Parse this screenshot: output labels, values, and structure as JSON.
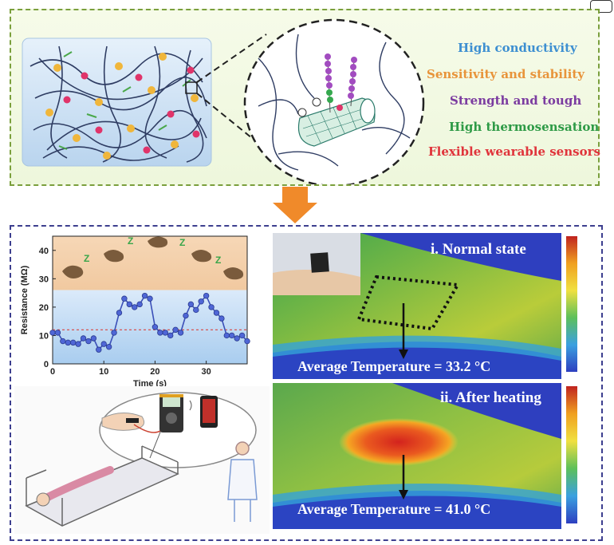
{
  "top_panel": {
    "properties": [
      {
        "label": "High conductivity",
        "color": "#3d8fd1"
      },
      {
        "label": "Sensitivity and stability",
        "color": "#e8943a"
      },
      {
        "label": "Strength and tough",
        "color": "#7b3ba0"
      },
      {
        "label": "High thermosensation",
        "color": "#2e9a46"
      },
      {
        "label": "Flexible wearable sensors",
        "color": "#e0343b"
      }
    ]
  },
  "arrow_color": "#f08a2a",
  "chart_data": {
    "type": "line",
    "xlabel": "Time (s)",
    "ylabel": "Resistance (MΩ)",
    "xlim": [
      0,
      38
    ],
    "ylim": [
      0,
      45
    ],
    "xticks": [
      "0",
      "10",
      "20",
      "30"
    ],
    "yticks": [
      "0",
      "10",
      "20",
      "30",
      "40"
    ],
    "reference_line_y": 12,
    "series": [
      {
        "x": [
          0,
          1,
          2,
          3,
          4,
          5,
          6,
          7,
          8,
          9,
          10,
          11,
          12,
          13,
          14,
          15,
          16,
          17,
          18,
          19,
          20,
          21,
          22,
          23,
          24,
          25,
          26,
          27,
          28,
          29,
          30,
          31,
          32,
          33,
          34,
          35,
          36,
          37,
          38
        ],
        "values": [
          11,
          11,
          8,
          7.5,
          7.5,
          7,
          9,
          8,
          9,
          5,
          7,
          6,
          11,
          18,
          23,
          21,
          20,
          21,
          24,
          23,
          13,
          11,
          11,
          10,
          12,
          11,
          17,
          21,
          19,
          22,
          24,
          20,
          18,
          16,
          10,
          10,
          9,
          10,
          8
        ]
      }
    ],
    "grid": false
  },
  "thermal": {
    "normal": {
      "title": "i. Normal state",
      "avg": "Average Temperature = 33.2 °C"
    },
    "heated": {
      "title": "ii. After heating",
      "avg": "Average Temperature =  41.0 °C"
    }
  }
}
